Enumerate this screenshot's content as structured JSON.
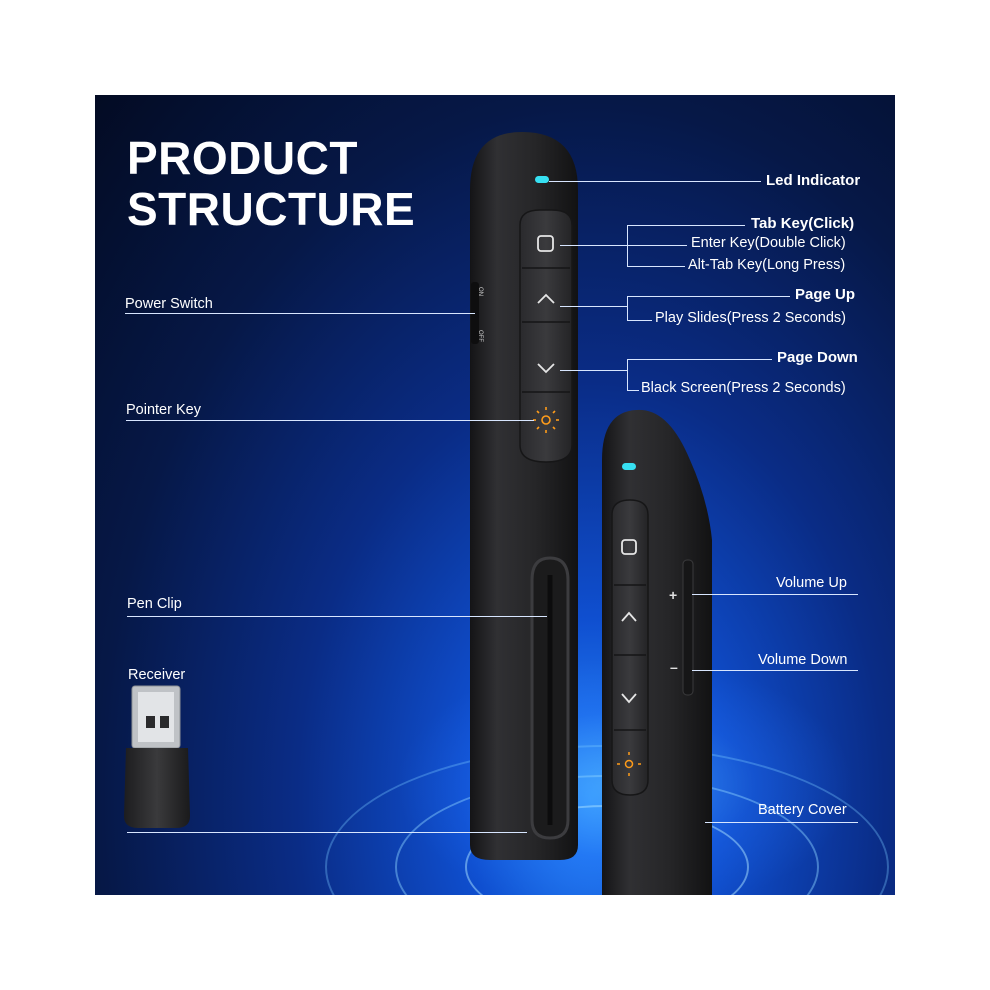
{
  "header": {
    "title_line1": "PRODUCT",
    "title_line2": "STRUCTURE"
  },
  "labels": {
    "led_indicator": "Led Indicator",
    "tab_key": "Tab Key(Click)",
    "enter_key": "Enter Key(Double Click)",
    "alt_tab_key": "Alt-Tab Key(Long Press)",
    "page_up": "Page Up",
    "play_slides": "Play Slides(Press 2 Seconds)",
    "page_down": "Page Down",
    "black_screen": "Black Screen(Press 2 Seconds)",
    "power_switch": "Power Switch",
    "pointer_key": "Pointer Key",
    "pen_clip": "Pen Clip",
    "receiver": "Receiver",
    "volume_up": "Volume Up",
    "volume_down": "Volume Down",
    "battery_cover": "Battery Cover"
  },
  "device_marks": {
    "switch_on": "ON",
    "switch_off": "OFF",
    "plus": "+",
    "minus": "–"
  },
  "colors": {
    "led": "#37e0f2",
    "laser": "#ff9c1a",
    "device_body": "#242426",
    "background_deep": "#061847",
    "background_glow": "#2a8cff"
  },
  "icons": [
    "square-icon",
    "chevron-up-icon",
    "chevron-down-icon",
    "sun-laser-icon"
  ]
}
